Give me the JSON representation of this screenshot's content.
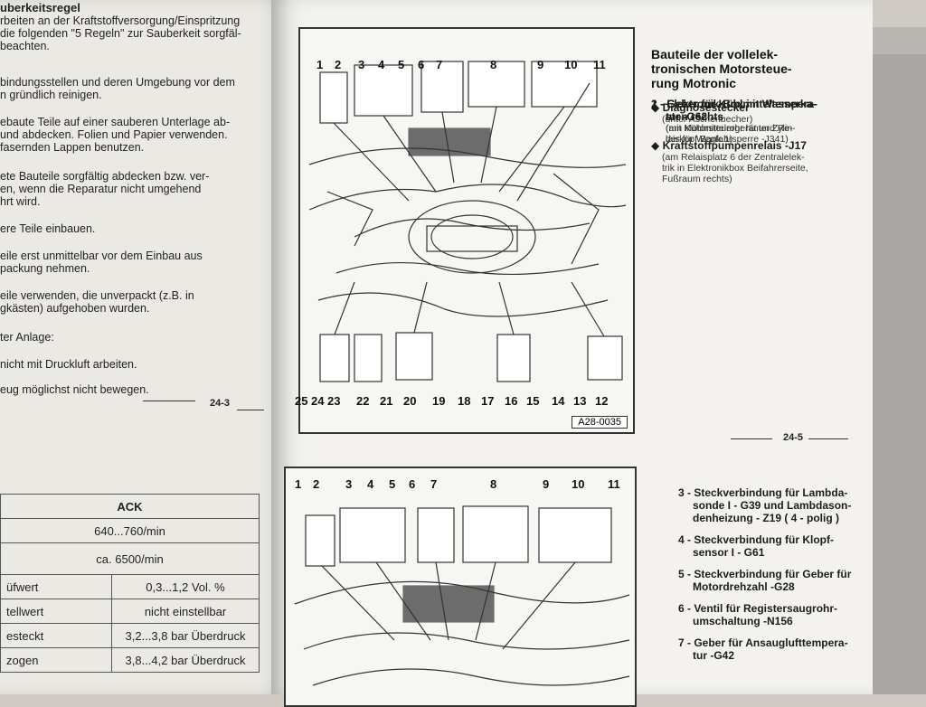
{
  "left_page": {
    "header": "uberkeitsregel",
    "lines": [
      "rbeiten an der Kraftstoffversorgung/Einspritzung",
      "die folgenden \"5 Regeln\" zur Sauberkeit sorgfäl-",
      "beachten.",
      "bindungsstellen und deren Umgebung vor dem",
      "n gründlich reinigen.",
      "ebaute Teile auf einer sauberen Unterlage ab-",
      "und abdecken. Folien und Papier verwenden.",
      "fasernden Lappen benutzen.",
      "ete Bauteile sorgfältig abdecken bzw. ver-",
      "en, wenn die Reparatur nicht umgehend",
      "hrt wird.",
      "ere Teile einbauen.",
      "eile erst unmittelbar vor dem Einbau aus",
      "packung nehmen.",
      "eile verwenden, die unverpackt (z.B. in",
      "gkästen) aufgehoben wurden.",
      "ter Anlage:",
      "nicht mit Druckluft arbeiten.",
      "eug möglichst nicht bewegen."
    ],
    "page_number": "24-3",
    "table": {
      "header": "ACK",
      "rows": [
        [
          "",
          "640...760/min"
        ],
        [
          "",
          "ca. 6500/min"
        ],
        [
          "üfwert",
          "0,3...1,2 Vol. %"
        ],
        [
          "tellwert",
          "nicht einstellbar"
        ],
        [
          "esteckt",
          "3,2...3,8 bar Überdruck"
        ],
        [
          "zogen",
          "3,8...4,2 bar Überdruck"
        ]
      ]
    }
  },
  "figure_top": {
    "top_numbers": [
      "1",
      "2",
      "3",
      "4",
      "5",
      "6",
      "7",
      "8",
      "9",
      "10",
      "11"
    ],
    "bottom_numbers": [
      "25",
      "24",
      "23",
      "22",
      "21",
      "20",
      "19",
      "18",
      "17",
      "16",
      "15",
      "14",
      "13",
      "12"
    ],
    "label": "A28-0035"
  },
  "figure_bottom": {
    "top_numbers": [
      "1",
      "2",
      "3",
      "4",
      "5",
      "6",
      "7",
      "8",
      "9",
      "10",
      "11"
    ]
  },
  "right_text": {
    "title_lines": [
      "Bauteile der vollelek-",
      "tronischen Motorsteue-",
      "rung Motronic"
    ],
    "items": [
      {
        "bullet": "◆",
        "title": "Diagnosestecker",
        "sub": [
          "(unter Aschenbecher)"
        ]
      },
      {
        "bullet": "◆",
        "title": "Kraftstoffpumpenrelais -J17",
        "sub": [
          "(am Relaisplatz 6 der Zentralelek-",
          "trik in Elektronikbox Beifahrerseite,",
          "Fußraum rechts)"
        ]
      },
      {
        "bullet": "",
        "title_lines": [
          "1 - Elektronik-Box im Wasserka-",
          "sten rechts"
        ],
        "sub": [
          "(mit Motorsteuergerät und Re-",
          "lais für Wegfahrsperre -J341)"
        ]
      },
      {
        "bullet": "",
        "title_lines": [
          "2 - Geber für Kühlmitteltempera-",
          "tur -G62"
        ],
        "sub": [
          "(am Kühlmittelrohr hinter Zylin-",
          "derkopf Bank 1)"
        ]
      }
    ],
    "page_number": "24-5",
    "lower_items": [
      [
        "3 - Steckverbindung für Lambda-",
        "sonde I - G39 und Lambdason-",
        "denheizung - Z19 ( 4 - polig )"
      ],
      [
        "4 - Steckverbindung für Klopf-",
        "sensor I - G61"
      ],
      [
        "5 - Steckverbindung für Geber für",
        "Motordrehzahl -G28"
      ],
      [
        "6 - Ventil für Registersaugrohr-",
        "umschaltung -N156"
      ],
      [
        "7 - Geber für Ansauglufttempera-",
        "tur -G42"
      ]
    ]
  }
}
